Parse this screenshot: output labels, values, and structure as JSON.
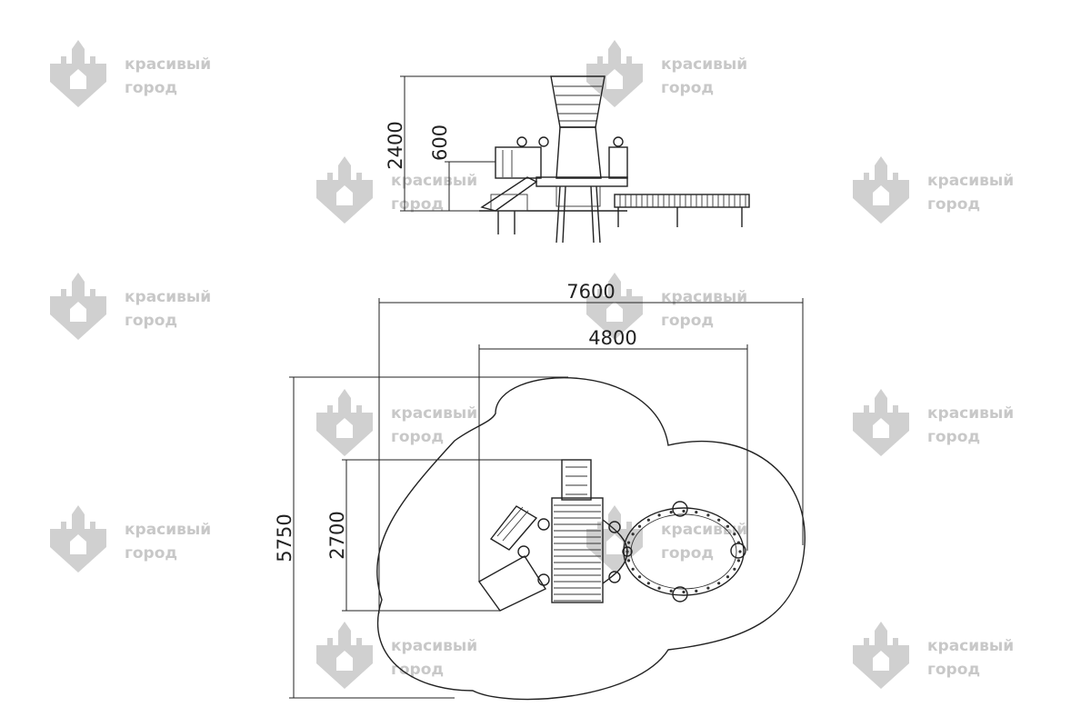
{
  "watermark": {
    "line1": "красивый",
    "line2": "город",
    "color": "#c8c8c8"
  },
  "dimensions": {
    "side_view_height": "2400",
    "side_view_platform": "600",
    "plan_width_total": "7600",
    "plan_width_structure": "4800",
    "plan_depth_total": "5750",
    "plan_depth_structure": "2700"
  },
  "colors": {
    "line": "#222222",
    "background": "#ffffff"
  }
}
